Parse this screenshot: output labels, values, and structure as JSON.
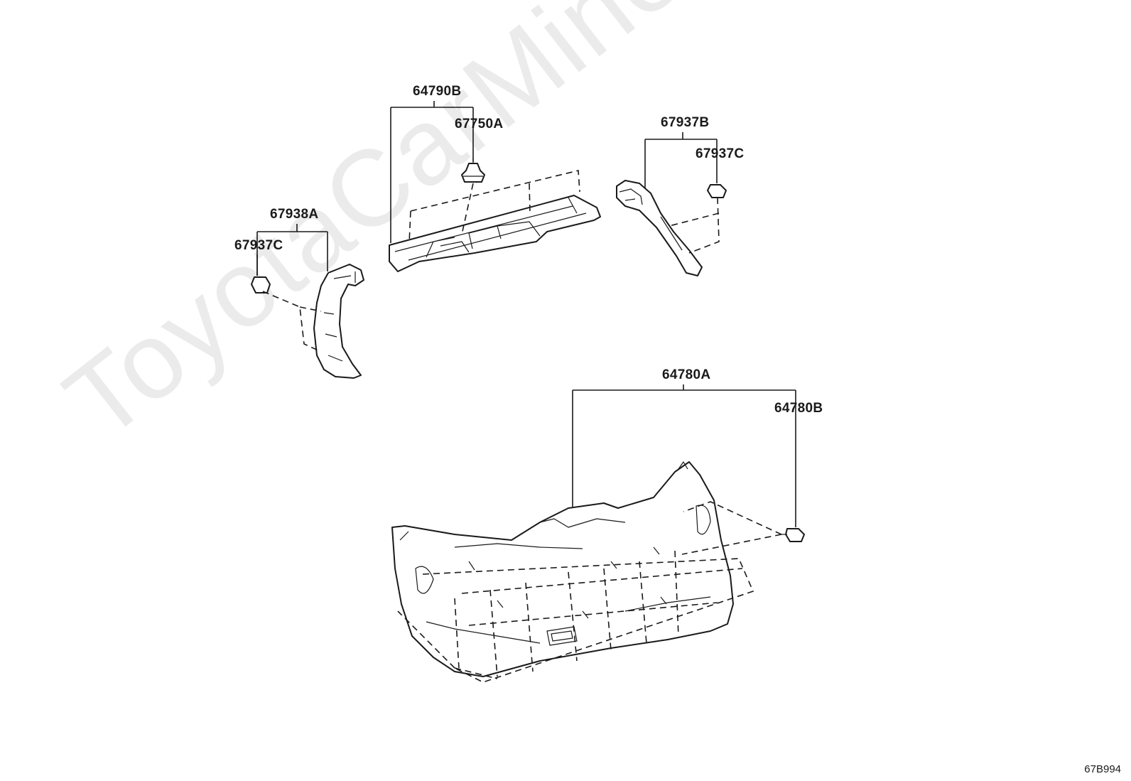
{
  "watermark": "ToyotaCarMine.ru",
  "diagram_code": "67B994",
  "labels": {
    "p64790B": "64790B",
    "p67750A": "67750A",
    "p67937B": "67937B",
    "p67937C_right": "67937C",
    "p67938A": "67938A",
    "p67937C_left": "67937C",
    "p64780A": "64780A",
    "p64780B": "64780B"
  }
}
